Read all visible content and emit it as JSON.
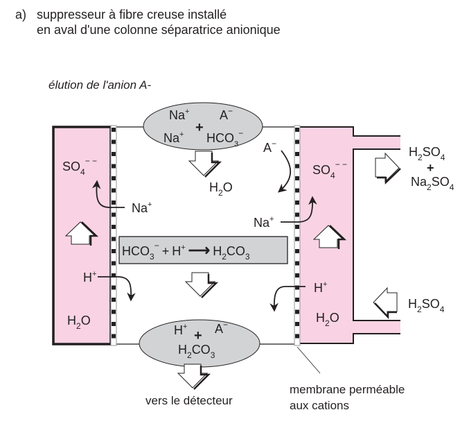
{
  "figure": {
    "panel_letter": "a)",
    "title_line1": "suppresseur à fibre creuse installé",
    "title_line2": "en aval d'une colonne séparatrice  anionique",
    "subtitle": "élution de l'anion A-"
  },
  "colors": {
    "regenerant_chamber": "#f9d3e3",
    "ellipse_fill": "#d1d3d4",
    "reaction_box_fill": "#d1d3d4",
    "line": "#231f20"
  },
  "top_ellipse": {
    "row1_left": "Na",
    "row1_left_sup": "+",
    "row1_right": "A",
    "row1_right_sup": "−",
    "plus": "+",
    "row2_left": "Na",
    "row2_left_sup": "+",
    "row2_right": "HCO",
    "row2_right_sub": "3",
    "row2_right_sup": "−"
  },
  "top_product": {
    "main": "H",
    "sub": "2",
    "tail": "O"
  },
  "left_chamber": {
    "ion": "SO",
    "ion_sub": "4",
    "ion_sup": "− −",
    "na": "Na",
    "na_sup": "+",
    "h": "H",
    "h_sup": "+",
    "water": "H",
    "water_sub": "2",
    "water_tail": "O"
  },
  "reaction": {
    "r1": "HCO",
    "r1_sub": "3",
    "r1_sup": "−",
    "plus": "+",
    "r2": "H",
    "r2_sup": "+",
    "arrow": "⟶",
    "p": "H",
    "p_sub": "2",
    "p_mid": "CO",
    "p_sub2": "3"
  },
  "bottom_ellipse": {
    "row1_left": "H",
    "row1_left_sup": "+",
    "plus": "+",
    "row1_right": "A",
    "row1_right_sup": "−",
    "row2": "H",
    "row2_sub": "2",
    "row2_mid": "CO",
    "row2_sub2": "3"
  },
  "right_chamber": {
    "anion": "A",
    "anion_sup": "−",
    "ion": "SO",
    "ion_sub": "4",
    "ion_sup": "− −",
    "na": "Na",
    "na_sup": "+",
    "h": "H",
    "h_sup": "+",
    "water": "H",
    "water_sub": "2",
    "water_tail": "O"
  },
  "outlet": {
    "line1": "H",
    "line1_sub": "2",
    "line1_tail": "SO",
    "line1_sub2": "4",
    "plus": "+",
    "line2": "Na",
    "line2_sub": "2",
    "line2_tail": "SO",
    "line2_sub2": "4"
  },
  "inlet": {
    "main": "H",
    "sub": "2",
    "tail": "SO",
    "sub2": "4"
  },
  "labels": {
    "detector": "vers le détecteur",
    "membrane_line1": "membrane perméable",
    "membrane_line2": "aux cations"
  }
}
